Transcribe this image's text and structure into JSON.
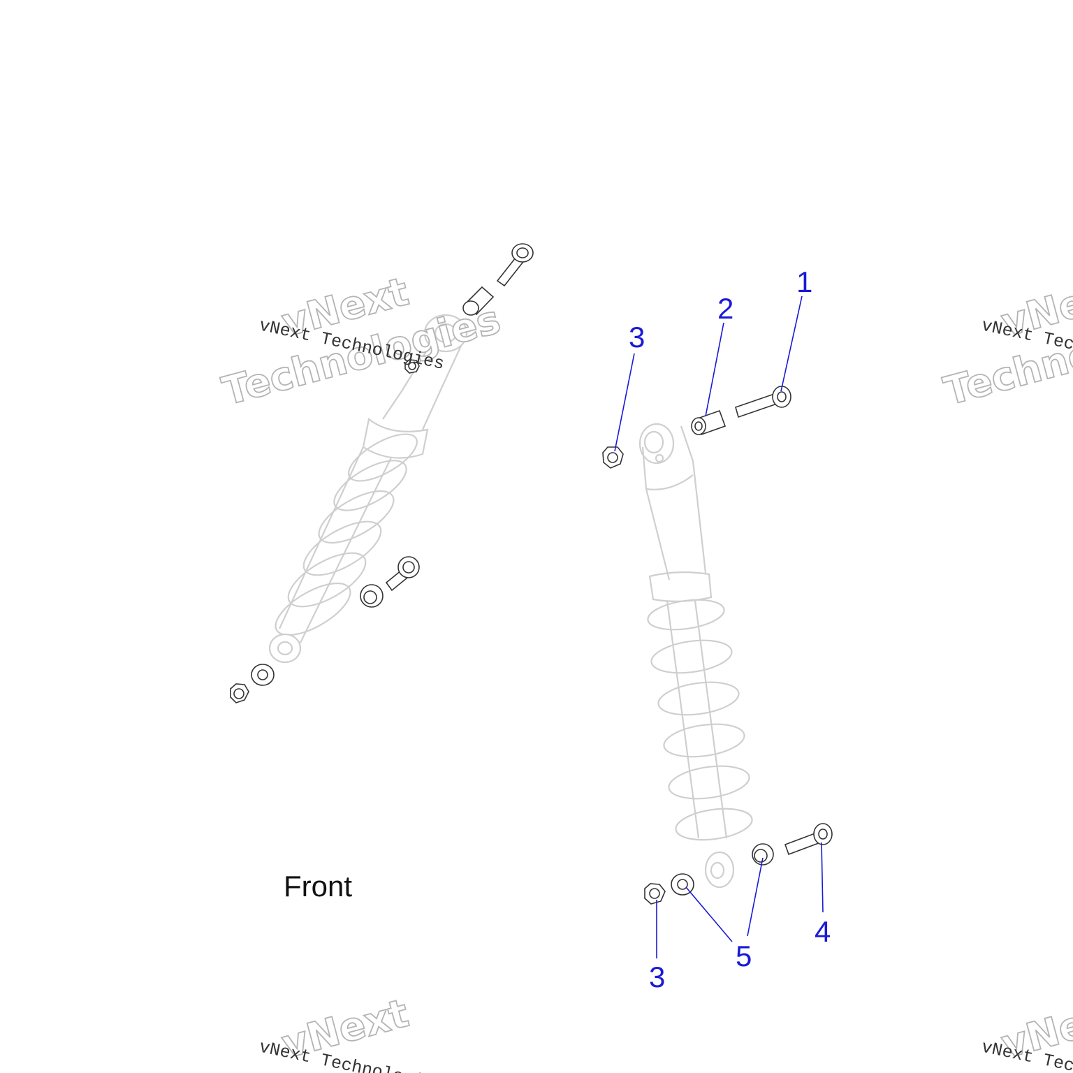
{
  "diagram": {
    "view_label": "Front",
    "callouts": [
      {
        "id": "c1",
        "text": "1"
      },
      {
        "id": "c2",
        "text": "2"
      },
      {
        "id": "c3a",
        "text": "3"
      },
      {
        "id": "c3b",
        "text": "3"
      },
      {
        "id": "c4",
        "text": "4"
      },
      {
        "id": "c5",
        "text": "5"
      }
    ],
    "callout_color": "#1a1ad6"
  },
  "watermark": {
    "small_text": "vNext Technologies",
    "big_line1": "vNext",
    "big_line2": "Technologies"
  }
}
